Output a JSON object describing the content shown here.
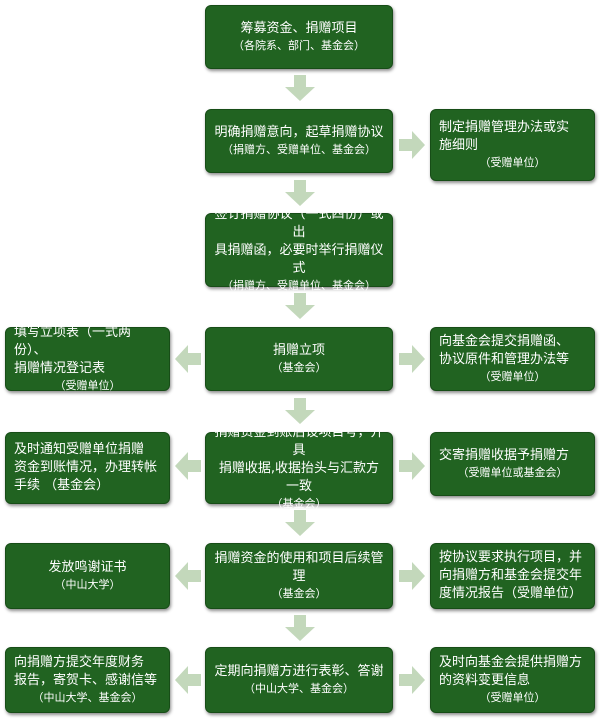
{
  "colors": {
    "box_fill": "#216321",
    "box_border": "#174d17",
    "arrow_fill": "#c3d8bb",
    "text": "#ffffff"
  },
  "center": [
    {
      "title": "筹募资金、捐赠项目",
      "sub": "（各院系、部门、基金会）"
    },
    {
      "title": "明确捐赠意向，起草捐赠协议",
      "sub": "（捐赠方、受赠单位、基金会）"
    },
    {
      "title": "签订捐赠协议（一式四份）或出\n具捐赠函，必要时举行捐赠仪式",
      "sub": "（捐赠方、受赠单位、基金会）"
    },
    {
      "title": "捐赠立项",
      "sub": "（基金会）"
    },
    {
      "title": "捐赠资金到账后设项目号，开具\n捐赠收据,收据抬头与汇款方一致",
      "sub": "（基金会）"
    },
    {
      "title": "捐赠资金的使用和项目后续管理",
      "sub": "（基金会）"
    },
    {
      "title": "定期向捐赠方进行表彰、答谢",
      "sub": "（中山大学、基金会）"
    }
  ],
  "right": [
    {
      "title": "制定捐赠管理办法或实\n施细则",
      "sub": "（受赠单位）"
    },
    {
      "title": "向基金会提交捐赠函、\n协议原件和管理办法等",
      "sub": "（受赠单位）"
    },
    {
      "title": "交寄捐赠收据予捐赠方",
      "sub": "（受赠单位或基金会）"
    },
    {
      "title": "按协议要求执行项目，并\n向捐赠方和基金会提交年\n度情况报告（受赠单位）",
      "sub": ""
    },
    {
      "title": "及时向基金会提供捐赠方\n的资料变更信息",
      "sub": "（受赠单位）"
    }
  ],
  "left": [
    {
      "title": "填写立项表（一式两份）、\n捐赠情况登记表",
      "sub": "（受赠单位）"
    },
    {
      "title": "及时通知受赠单位捐赠\n资金到账情况，办理转帐\n手续    （基金会）",
      "sub": ""
    },
    {
      "title": "发放鸣谢证书",
      "sub": "（中山大学）"
    },
    {
      "title": "向捐赠方提交年度财务\n报告，寄贺卡、感谢信等",
      "sub": "（中山大学、基金会）"
    }
  ]
}
